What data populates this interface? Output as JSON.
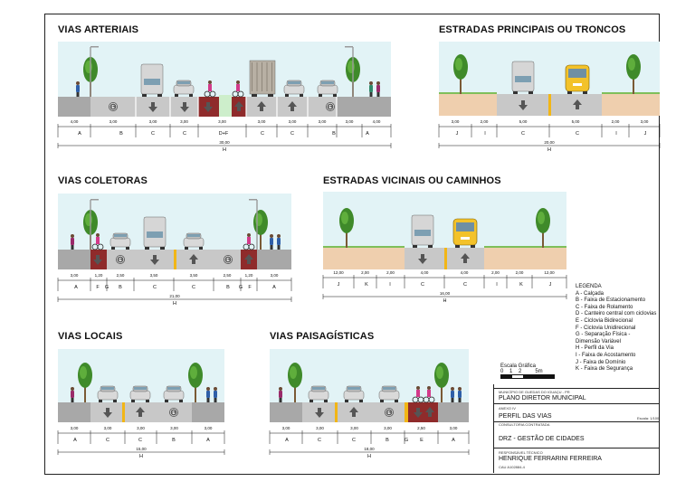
{
  "sections": {
    "arteriais": {
      "title": "VIAS ARTERIAIS",
      "dims": [
        "4,00",
        "3,00",
        "3,00",
        "3,00",
        "3,00",
        "3,00",
        "3,00",
        "3,00",
        "3,00",
        "4,00"
      ],
      "letters": [
        "A",
        "B",
        "C",
        "C",
        "D+F",
        "C",
        "C",
        "B",
        "A"
      ],
      "total": "30,00",
      "h": "H"
    },
    "principais": {
      "title": "ESTRADAS PRINCIPAIS OU TRONCOS",
      "dims": [
        "3,00",
        "2,00",
        "5,00",
        "5,00",
        "2,00",
        "3,00"
      ],
      "letters": [
        "J",
        "I",
        "C",
        "C",
        "I",
        "J"
      ],
      "total": "20,00",
      "h": "H"
    },
    "coletoras": {
      "title": "VIAS COLETORAS",
      "dims": [
        "3,00",
        "1,20",
        "2,50",
        "3,50",
        "3,50",
        "2,50",
        "1,20",
        "3,00"
      ],
      "letters": [
        "A",
        "F",
        "G",
        "B",
        "C",
        "C",
        "B",
        "G",
        "F",
        "A"
      ],
      "total": "21,00",
      "h": "H"
    },
    "vicinais": {
      "title": "ESTRADAS VICINAIS OU CAMINHOS",
      "dims": [
        "12,00",
        "2,00",
        "2,00",
        "4,00",
        "4,00",
        "2,00",
        "2,00",
        "12,00"
      ],
      "letters": [
        "J",
        "K",
        "I",
        "C",
        "C",
        "I",
        "K",
        "J"
      ],
      "total": "16,00",
      "h": "H"
    },
    "locais": {
      "title": "VIAS LOCAIS",
      "dims": [
        "3,00",
        "3,00",
        "3,00",
        "3,00",
        "3,00"
      ],
      "letters": [
        "A",
        "C",
        "C",
        "B",
        "A"
      ],
      "total": "15,00",
      "h": "H"
    },
    "paisagisticas": {
      "title": "VIAS PAISAGÍSTICAS",
      "dims": [
        "3,00",
        "3,00",
        "3,00",
        "3,00",
        "2,50",
        "3,00"
      ],
      "letters": [
        "A",
        "C",
        "C",
        "B",
        "G",
        "E",
        "A"
      ],
      "total": "18,00",
      "h": "H"
    }
  },
  "legend": {
    "title": "LEGENDA",
    "items": [
      "A - Calçada",
      "B - Faixa de Estacionamento",
      "C - Faixa de Rolamento",
      "D - Canteiro central com ciclovias",
      "E - Ciclovia Bidirecional",
      "F - Ciclovia Unidirecional",
      "G - Separação Física -",
      "      Dimensão Variável",
      "H - Perfil da Via",
      "I  - Faixa de Acostamento",
      "J  - Faixa de Domínio",
      "K - Faixa de Segurança"
    ]
  },
  "scale": {
    "label": "Escala Gráfica",
    "ticks": "0    1    2         5m"
  },
  "title_block": {
    "municipio": "MUNICÍPIO DE GUEDAS DO IGUAÇU - PR",
    "plano": "PLANO DIRETOR MUNICIPAL",
    "anexo": "ANEXO IV",
    "perfil": "PERFIL DAS VIAS",
    "escala": "Escala: 1/100",
    "consultoria_label": "CONSULTORIA CONTRATADA",
    "consultoria": "DRZ - GESTÃO DE CIDADES",
    "responsavel_label": "RESPONSÁVEL TÉCNICO",
    "responsavel": "HENRIQUE FERRARINI FERREIRA",
    "cau": "CAU A102884-4"
  },
  "colors": {
    "sky": "#e2f3f6",
    "road": "#c8c8c8",
    "sidewalk": "#a8a8a8",
    "dirt": "#efcfae",
    "bike": "#8f2b2b",
    "median": "#cdeecb",
    "separator": "#f2b616"
  }
}
